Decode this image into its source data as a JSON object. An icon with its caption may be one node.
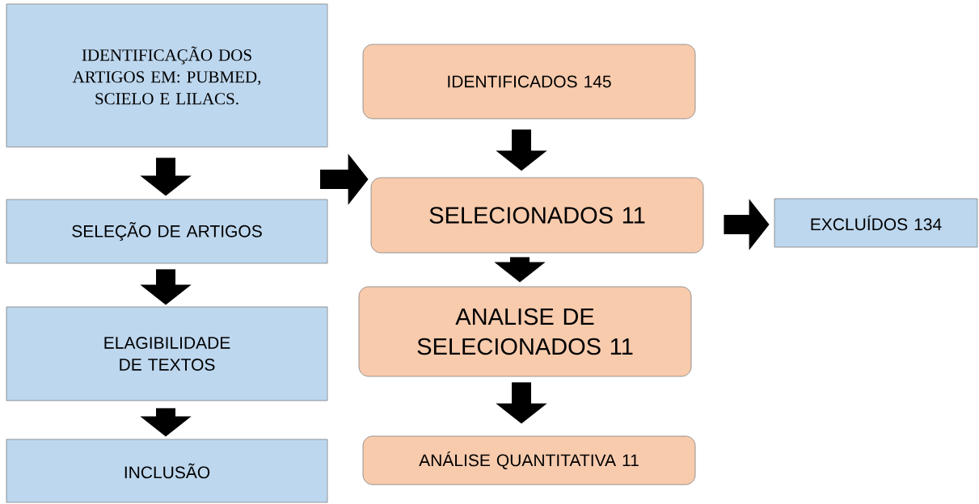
{
  "diagram": {
    "nodes": [
      {
        "text": [
          "IDENTIFICAÇÃO DOS ARTIGOS EM: PUBMED, SCIELO E LILACS."
        ]
      },
      {
        "text": [
          "SELEÇÃO DE ARTIGOS"
        ]
      },
      {
        "text": [
          "ELAGIBILIDADE DE TEXTOS"
        ]
      },
      {
        "text": [
          "INCLUSÃO"
        ]
      },
      {
        "text": [
          "IDENTIFICADOS 145"
        ]
      },
      {
        "text": [
          "SELECIONADOS 11"
        ]
      },
      {
        "text": [
          "EXCLUÍDOS 134"
        ]
      },
      {
        "text": [
          "ANALISE DE SELECIONADOS 11"
        ]
      },
      {
        "text": [
          "ANÁLISE QUANTITATIVA 11"
        ]
      }
    ],
    "edges": [
      {
        "from": 0,
        "to": 1,
        "arrow": "to"
      },
      {
        "from": 1,
        "to": 2,
        "arrow": "to"
      },
      {
        "from": 2,
        "to": 3,
        "arrow": "to"
      },
      {
        "from": null,
        "to": 5,
        "arrow": "to"
      },
      {
        "from": 4,
        "to": 5,
        "arrow": "to"
      },
      {
        "from": 5,
        "to": 6,
        "arrow": "to"
      },
      {
        "from": 5,
        "to": 7,
        "arrow": "to"
      },
      {
        "from": 7,
        "to": 8,
        "arrow": "to"
      }
    ]
  }
}
